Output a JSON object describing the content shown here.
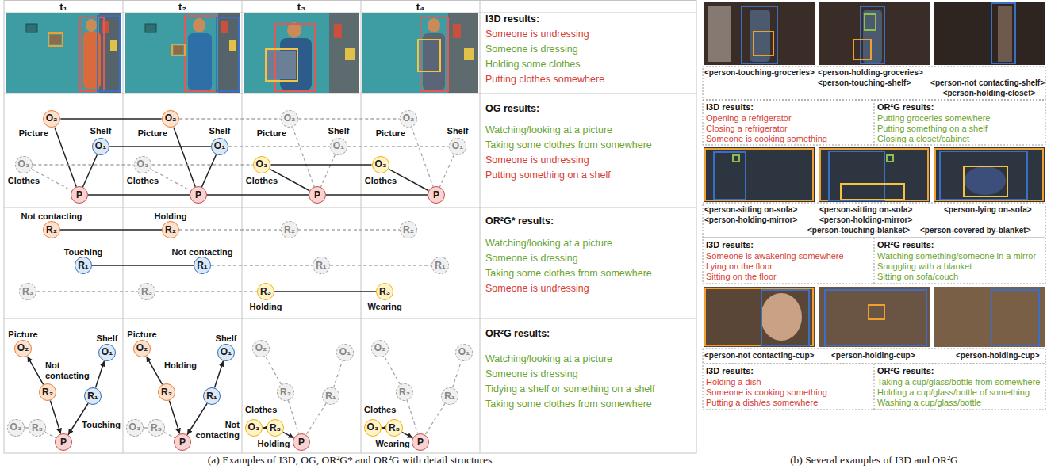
{
  "diagram": {
    "nodes": [
      {
        "text": [
          "O₂",
          "Picture"
        ]
      },
      {
        "text": [
          "O₁",
          "Shelf"
        ]
      },
      {
        "text": [
          "O₃",
          "Clothes"
        ]
      },
      {
        "text": [
          "P"
        ]
      },
      {
        "text": [
          "O₂",
          "Picture"
        ]
      },
      {
        "text": [
          "O₁",
          "Shelf"
        ]
      },
      {
        "text": [
          "O₃",
          "Clothes"
        ]
      },
      {
        "text": [
          "P"
        ]
      },
      {
        "text": [
          "O₂",
          "Picture"
        ]
      },
      {
        "text": [
          "O₁",
          "Shelf"
        ]
      },
      {
        "text": [
          "O₃",
          "Clothes"
        ]
      },
      {
        "text": [
          "P"
        ]
      },
      {
        "text": [
          "O₂",
          "Picture"
        ]
      },
      {
        "text": [
          "O₁",
          "Shelf"
        ]
      },
      {
        "text": [
          "O₃",
          "Clothes"
        ]
      },
      {
        "text": [
          "P"
        ]
      },
      {
        "text": [
          "R₂",
          "Not contacting"
        ]
      },
      {
        "text": [
          "R₁",
          "Touching"
        ]
      },
      {
        "text": [
          "R₃"
        ]
      },
      {
        "text": [
          "R₂",
          "Holding"
        ]
      },
      {
        "text": [
          "R₁",
          "Not contacting"
        ]
      },
      {
        "text": [
          "R₃"
        ]
      },
      {
        "text": [
          "R₂"
        ]
      },
      {
        "text": [
          "R₁"
        ]
      },
      {
        "text": [
          "R₃",
          "Holding"
        ]
      },
      {
        "text": [
          "R₂"
        ]
      },
      {
        "text": [
          "R₁"
        ]
      },
      {
        "text": [
          "R₃",
          "Wearing"
        ]
      },
      {
        "text": [
          "O₂",
          "Picture"
        ]
      },
      {
        "text": [
          "R₂",
          "Not contacting"
        ]
      },
      {
        "text": [
          "O₁",
          "Shelf"
        ]
      },
      {
        "text": [
          "R₁",
          "Touching"
        ]
      },
      {
        "text": [
          "O₃"
        ]
      },
      {
        "text": [
          "R₃"
        ]
      },
      {
        "text": [
          "P"
        ]
      },
      {
        "text": [
          "O₂",
          "Picture"
        ]
      },
      {
        "text": [
          "R₂",
          "Holding"
        ]
      },
      {
        "text": [
          "O₁",
          "Shelf"
        ]
      },
      {
        "text": [
          "R₁",
          "Not contacting"
        ]
      },
      {
        "text": [
          "O₃"
        ]
      },
      {
        "text": [
          "R₃"
        ]
      },
      {
        "text": [
          "P"
        ]
      },
      {
        "text": [
          "O₂"
        ]
      },
      {
        "text": [
          "R₂"
        ]
      },
      {
        "text": [
          "O₁"
        ]
      },
      {
        "text": [
          "R₁"
        ]
      },
      {
        "text": [
          "O₃",
          "Clothes"
        ]
      },
      {
        "text": [
          "R₃",
          "Holding"
        ]
      },
      {
        "text": [
          "P"
        ]
      },
      {
        "text": [
          "O₂"
        ]
      },
      {
        "text": [
          "R₂"
        ]
      },
      {
        "text": [
          "O₁"
        ]
      },
      {
        "text": [
          "R₁"
        ]
      },
      {
        "text": [
          "O₃",
          "Clothes"
        ]
      },
      {
        "text": [
          "R₃",
          "Wearing"
        ]
      },
      {
        "text": [
          "P"
        ]
      }
    ],
    "edges": [
      {
        "from": 0,
        "to": 3,
        "arrow": "none"
      },
      {
        "from": 1,
        "to": 3,
        "arrow": "none"
      },
      {
        "from": 2,
        "to": 3,
        "arrow": "none"
      },
      {
        "from": 4,
        "to": 7,
        "arrow": "none"
      },
      {
        "from": 5,
        "to": 7,
        "arrow": "none"
      },
      {
        "from": 6,
        "to": 7,
        "arrow": "none"
      },
      {
        "from": 8,
        "to": 11,
        "arrow": "none"
      },
      {
        "from": 9,
        "to": 11,
        "arrow": "none"
      },
      {
        "from": 10,
        "to": 11,
        "arrow": "none"
      },
      {
        "from": 12,
        "to": 15,
        "arrow": "none"
      },
      {
        "from": 13,
        "to": 15,
        "arrow": "none"
      },
      {
        "from": 14,
        "to": 15,
        "arrow": "none"
      },
      {
        "from": 0,
        "to": 4,
        "arrow": "none"
      },
      {
        "from": 1,
        "to": 5,
        "arrow": "none"
      },
      {
        "from": 2,
        "to": 6,
        "arrow": "none"
      },
      {
        "from": 3,
        "to": 7,
        "arrow": "none"
      },
      {
        "from": 4,
        "to": 8,
        "arrow": "none"
      },
      {
        "from": 5,
        "to": 9,
        "arrow": "none"
      },
      {
        "from": 6,
        "to": 10,
        "arrow": "none"
      },
      {
        "from": 7,
        "to": 11,
        "arrow": "none"
      },
      {
        "from": 8,
        "to": 12,
        "arrow": "none"
      },
      {
        "from": 9,
        "to": 13,
        "arrow": "none"
      },
      {
        "from": 10,
        "to": 14,
        "arrow": "none"
      },
      {
        "from": 11,
        "to": 15,
        "arrow": "none"
      },
      {
        "from": 16,
        "to": 19,
        "arrow": "none"
      },
      {
        "from": 17,
        "to": 20,
        "arrow": "none"
      },
      {
        "from": 18,
        "to": 21,
        "arrow": "none"
      },
      {
        "from": 19,
        "to": 22,
        "arrow": "none"
      },
      {
        "from": 20,
        "to": 23,
        "arrow": "none"
      },
      {
        "from": 21,
        "to": 24,
        "arrow": "none"
      },
      {
        "from": 22,
        "to": 25,
        "arrow": "none"
      },
      {
        "from": 23,
        "to": 26,
        "arrow": "none"
      },
      {
        "from": 24,
        "to": 27,
        "arrow": "none"
      },
      {
        "from": 29,
        "to": 28,
        "arrow": "to"
      },
      {
        "from": 29,
        "to": 34,
        "arrow": "to"
      },
      {
        "from": 31,
        "to": 30,
        "arrow": "to"
      },
      {
        "from": 31,
        "to": 34,
        "arrow": "to"
      },
      {
        "from": 33,
        "to": 32,
        "arrow": "none"
      },
      {
        "from": 33,
        "to": 34,
        "arrow": "none"
      },
      {
        "from": 36,
        "to": 35,
        "arrow": "to"
      },
      {
        "from": 36,
        "to": 41,
        "arrow": "to"
      },
      {
        "from": 38,
        "to": 37,
        "arrow": "to"
      },
      {
        "from": 38,
        "to": 41,
        "arrow": "to"
      },
      {
        "from": 40,
        "to": 39,
        "arrow": "none"
      },
      {
        "from": 40,
        "to": 41,
        "arrow": "none"
      },
      {
        "from": 43,
        "to": 42,
        "arrow": "none"
      },
      {
        "from": 43,
        "to": 48,
        "arrow": "none"
      },
      {
        "from": 45,
        "to": 44,
        "arrow": "none"
      },
      {
        "from": 45,
        "to": 48,
        "arrow": "none"
      },
      {
        "from": 47,
        "to": 46,
        "arrow": "to"
      },
      {
        "from": 47,
        "to": 48,
        "arrow": "to"
      },
      {
        "from": 50,
        "to": 49,
        "arrow": "none"
      },
      {
        "from": 50,
        "to": 55,
        "arrow": "none"
      },
      {
        "from": 52,
        "to": 51,
        "arrow": "none"
      },
      {
        "from": 52,
        "to": 55,
        "arrow": "none"
      },
      {
        "from": 54,
        "to": 53,
        "arrow": "to"
      },
      {
        "from": 54,
        "to": 55,
        "arrow": "to"
      }
    ],
    "labels": [
      "t₁",
      "t₂",
      "t₃",
      "t₄",
      "I3D results:",
      "Someone is undressing",
      "Someone is dressing",
      "Holding some clothes",
      "Putting clothes somewhere",
      "OG results:",
      "Watching/looking at a picture",
      "Taking some clothes from somewhere",
      "Someone is undressing",
      "Putting something on a shelf",
      "OR²G* results:",
      "Watching/looking at a picture",
      "Someone is dressing",
      "Taking some clothes from somewhere",
      "Someone is undressing",
      "OR²G results:",
      "Watching/looking at a picture",
      "Someone is dressing",
      "Tidying a shelf or something on a shelf",
      "Taking some clothes from somewhere",
      "(a) Examples of I3D, OG, OR²G* and OR²G with detail structures",
      "<person-touching-groceries>",
      "<person-holding-groceries>",
      "<person-touching-shelf>",
      "<person-not contacting-shelf>",
      "<person-holding-closet>",
      "I3D results:",
      "Opening a refrigerator",
      "Closing a refrigerator",
      "Someone is cooking something",
      "OR²G results:",
      "Putting groceries somewhere",
      "Putting something on a shelf",
      "Closing a closet/cabinet",
      "<person-sitting on-sofa>",
      "<person-holding-mirror>",
      "<person-sitting on-sofa>",
      "<person-holding-mirror>",
      "<person-touching-blanket>",
      "<person-lying on-sofa>",
      "<person-covered by-blanket>",
      "I3D results:",
      "Someone is awakening somewhere",
      "Lying on the floor",
      "Sitting on the floor",
      "OR²G results:",
      "Watching something/someone in a mirror",
      "Snuggling with a blanket",
      "Sitting on sofa/couch",
      "<person-not contacting-cup>",
      "<person-holding-cup>",
      "<person-holding-cup>",
      "I3D results:",
      "Holding a dish",
      "Someone is cooking something",
      "Putting a dish/es somewhere",
      "OR²G results:",
      "Taking a cup/glass/bottle from somewhere",
      "Holding a cup/glass/bottle of something",
      "Washing a cup/glass/bottle",
      "(b) Several examples of I3D and OR²G"
    ]
  }
}
